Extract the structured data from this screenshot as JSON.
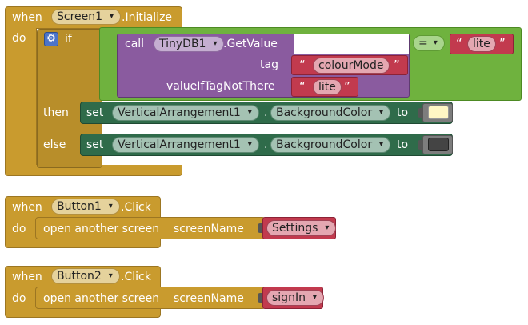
{
  "block1": {
    "when": "when",
    "component": "Screen1",
    "event": ".Initialize",
    "do": "do",
    "if_label": "if",
    "call": "call",
    "tinydb": "TinyDB1",
    "getvalue": ".GetValue",
    "tag_label": "tag",
    "tag_value": "colourMode",
    "default_label": "valueIfTagNotThere",
    "default_value": "lite",
    "compare_op": "=",
    "compare_value": "lite",
    "then": "then",
    "else": "else",
    "set": "set",
    "target": "VerticalArrangement1",
    "dot": ".",
    "property": "BackgroundColor",
    "to": "to",
    "then_color": "#fff6c4",
    "else_color": "#444444"
  },
  "block2": {
    "when": "when",
    "component": "Button1",
    "event": ".Click",
    "do": "do",
    "action": "open another screen",
    "param": "screenName",
    "value": "Settings"
  },
  "block3": {
    "when": "when",
    "component": "Button2",
    "event": ".Click",
    "do": "do",
    "action": "open another screen",
    "param": "screenName",
    "value": "signIn"
  },
  "quote": "“",
  "quote_close": "”",
  "caret": "▾",
  "gear_glyph": "⚙"
}
